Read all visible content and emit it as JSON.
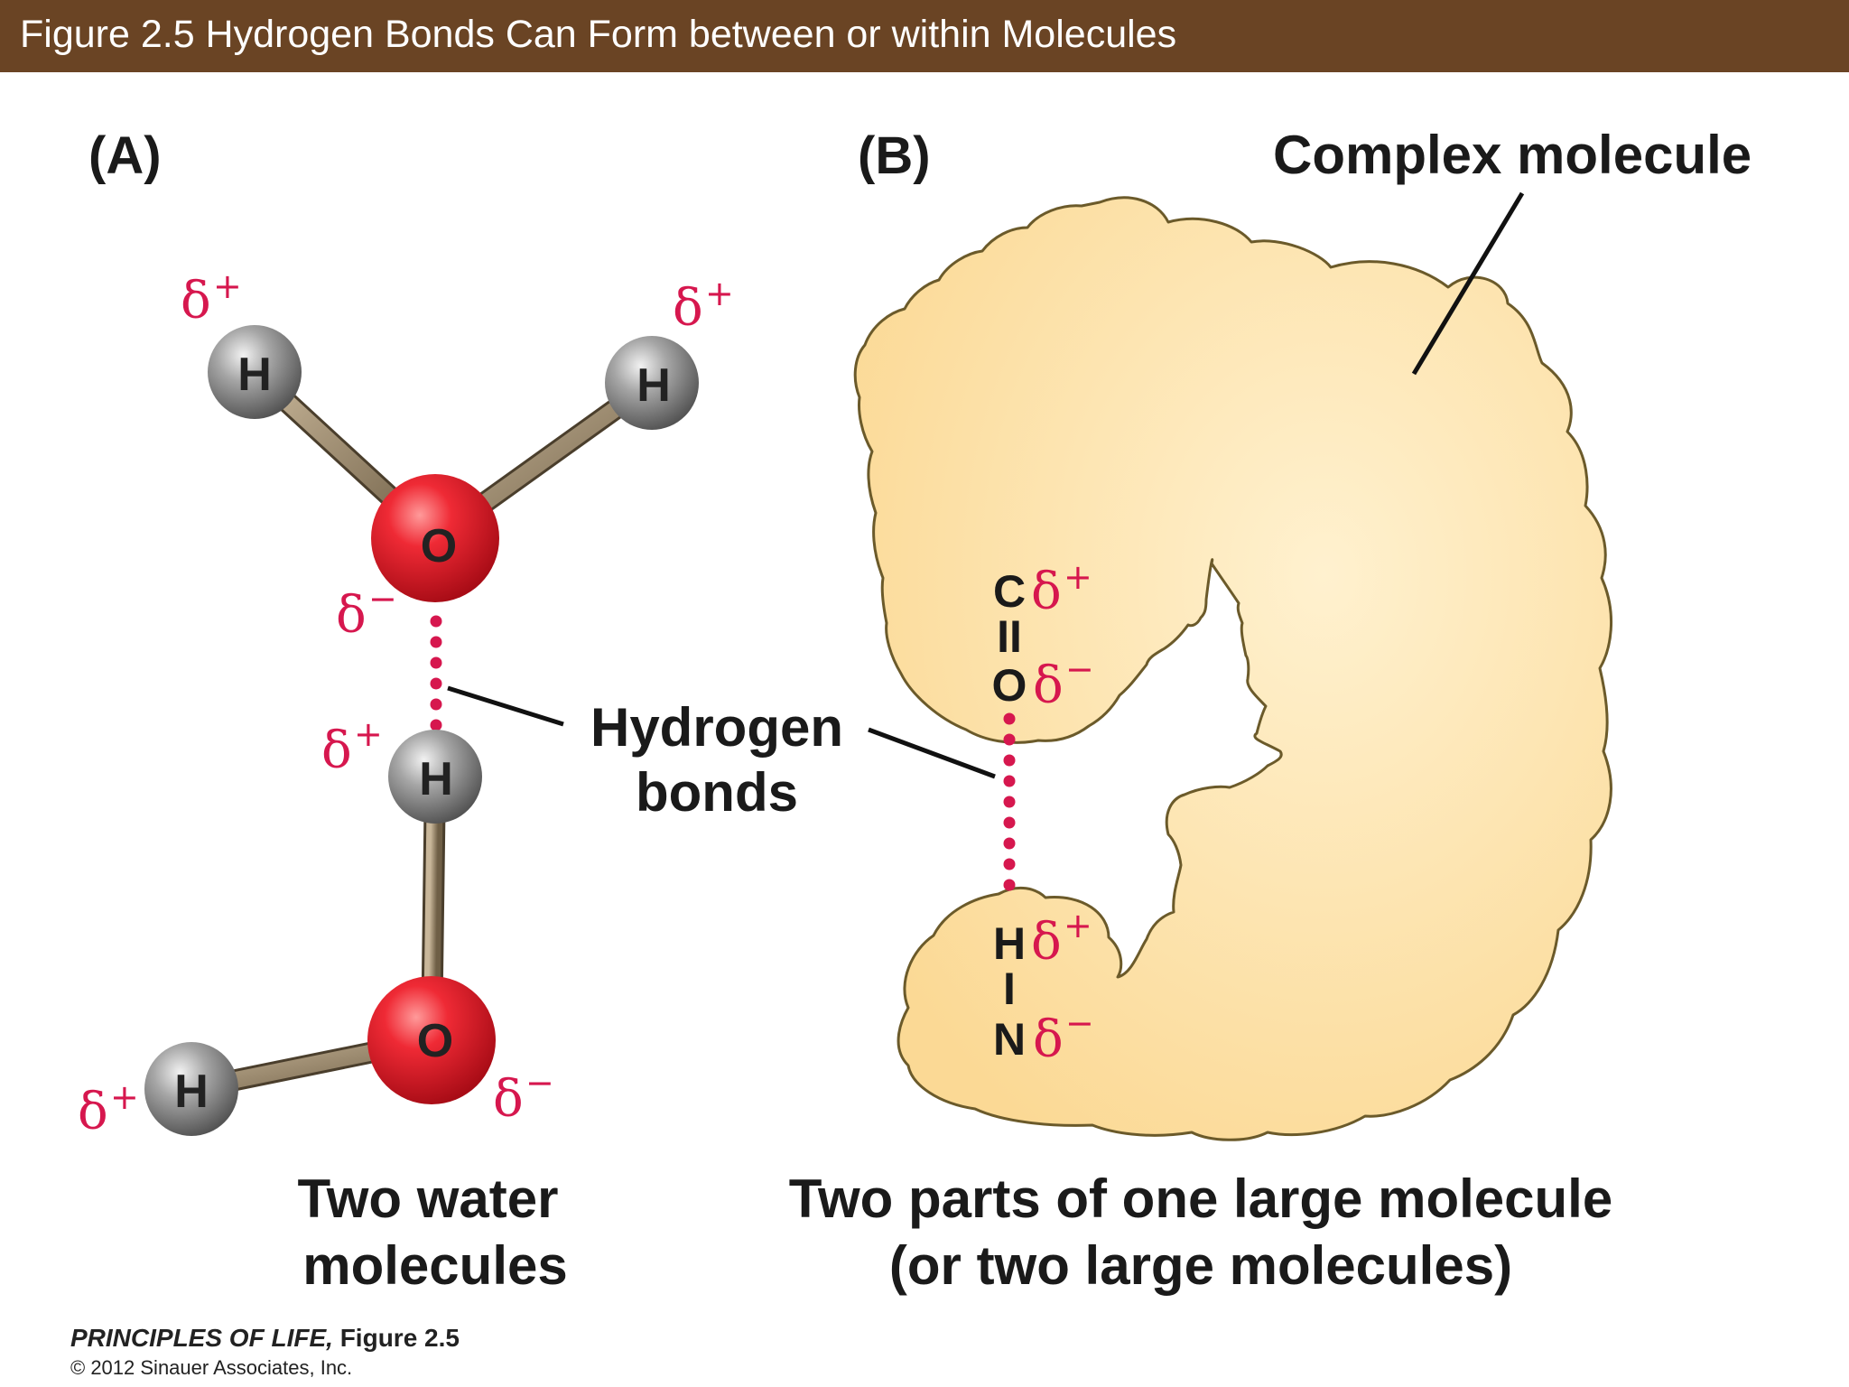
{
  "header": {
    "title": "Figure 2.5  Hydrogen Bonds Can Form between or within Molecules",
    "background_color": "#6a4424"
  },
  "panel_a": {
    "label": "(A)",
    "caption_line1": "Two water",
    "caption_line2": "molecules",
    "atoms": {
      "h_top_left": "H",
      "h_top_right": "H",
      "o_top": "O",
      "h_middle": "H",
      "o_bottom": "O",
      "h_bottom_left": "H"
    },
    "charges": {
      "h_top_left": "+",
      "h_top_right": "+",
      "o_top": "−",
      "h_middle": "+",
      "h_bottom_left": "+",
      "o_bottom": "−"
    }
  },
  "shared": {
    "hydrogen_bonds_line1": "Hydrogen",
    "hydrogen_bonds_line2": "bonds",
    "delta_symbol": "δ"
  },
  "panel_b": {
    "label": "(B)",
    "complex_molecule_label": "Complex molecule",
    "caption_line1": "Two parts of one large molecule",
    "caption_line2": "(or two large molecules)",
    "groups": {
      "carbon": "C",
      "double_bond": "II",
      "oxygen": "O",
      "hydrogen": "H",
      "single_bond": "I",
      "nitrogen": "N"
    },
    "charges": {
      "carbon": "+",
      "oxygen": "−",
      "hydrogen": "+",
      "nitrogen": "−"
    }
  },
  "colors": {
    "oxygen": "#e8202e",
    "hydrogen": "#9a9a9a",
    "bond": "#8a7a60",
    "hydrogen_bond_dots": "#d6174e",
    "delta": "#d6174e",
    "molecule_fill": "#fde2aa",
    "molecule_outline": "#6b5a2a"
  },
  "credit": {
    "book": "PRINCIPLES OF LIFE,",
    "figure": " Figure 2.5",
    "copyright": "© 2012 Sinauer Associates, Inc."
  }
}
